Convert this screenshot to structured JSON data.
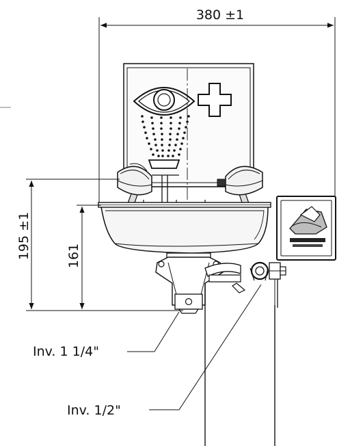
{
  "dimensions": {
    "overall_width": "380 ±1",
    "overall_height": "195 ±1",
    "bowl_height": "161"
  },
  "callouts": {
    "drain": "Inv. 1 1/4\"",
    "supply": "Inv. 1/2\""
  },
  "colors": {
    "line": "#111111",
    "background": "#ffffff",
    "fill_light": "#f2f2f2",
    "fill_dark": "#bdbdbd"
  },
  "icons": [
    "eye-wash-sign-icon",
    "first-aid-cross-icon",
    "foot-pedal-label-icon"
  ]
}
